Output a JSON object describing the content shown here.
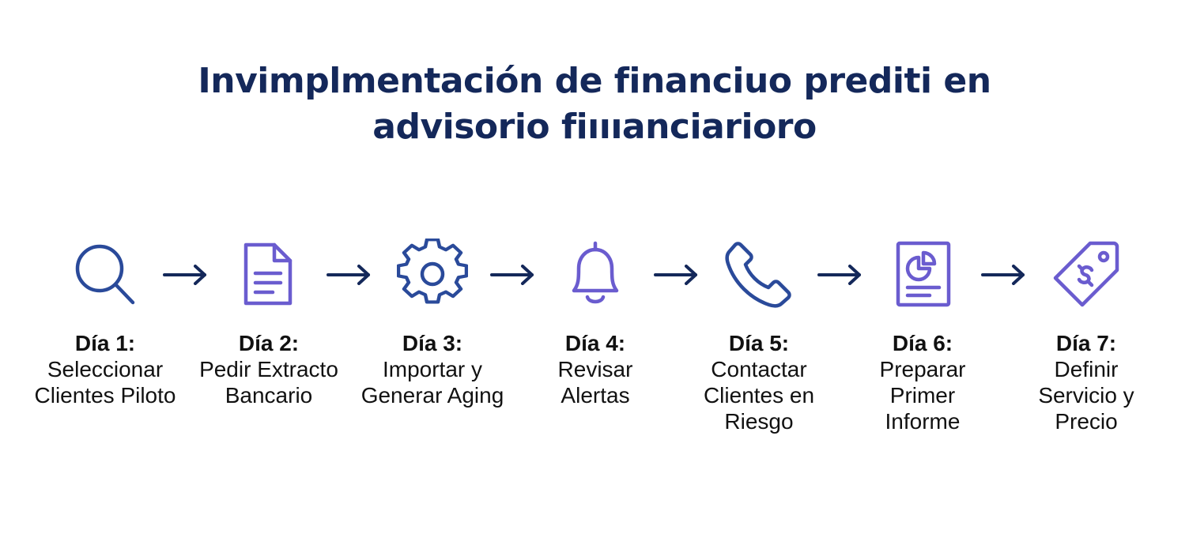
{
  "title": {
    "line1": "Invimplmentación de financiuo prediti en",
    "line2": "advisorio fiıııanciarioro"
  },
  "colors": {
    "title": "#14285a",
    "icon_dark": "#2a4a9a",
    "icon_purple": "#6a5ccf",
    "arrow": "#14285a",
    "text": "#111111"
  },
  "steps": [
    {
      "day": "Día 1:",
      "label": "Seleccionar\nClientes Piloto",
      "icon": "search-icon"
    },
    {
      "day": "Día 2:",
      "label": "Pedir Extracto\nBancario",
      "icon": "document-icon"
    },
    {
      "day": "Día 3:",
      "label": "Importar y\nGenerar Aging",
      "icon": "gear-icon"
    },
    {
      "day": "Día 4:",
      "label": "Revisar\nAlertas",
      "icon": "bell-icon"
    },
    {
      "day": "Día 5:",
      "label": "Contactar\nClientes en\nRiesgo",
      "icon": "phone-icon"
    },
    {
      "day": "Día 6:",
      "label": "Preparar\nPrimer\nInforme",
      "icon": "report-icon"
    },
    {
      "day": "Día 7:",
      "label": "Definir\nServicio y\nPrecio",
      "icon": "price-tag-icon"
    }
  ]
}
